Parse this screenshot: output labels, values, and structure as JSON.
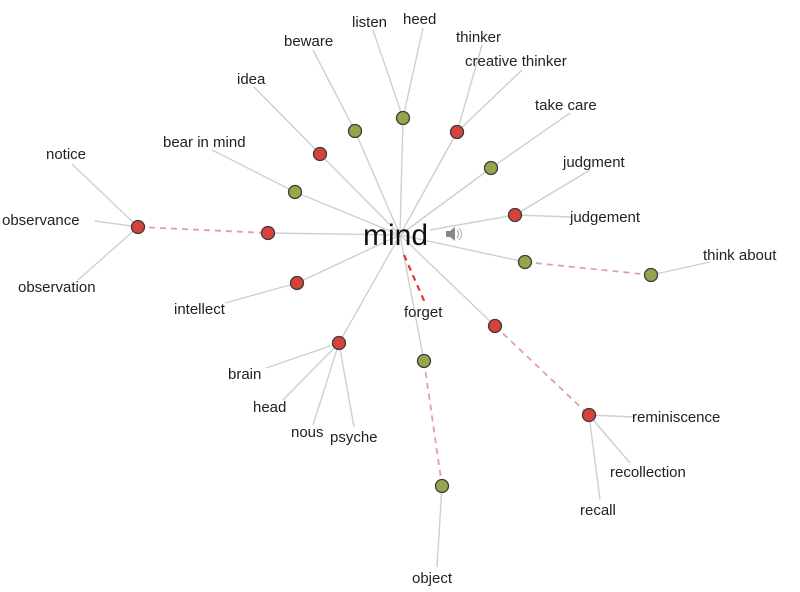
{
  "center": {
    "label": "mind",
    "icon": "speaker-icon"
  },
  "colors": {
    "noun": "#d9423a",
    "verb": "#93a64c",
    "edge": "#cfcfcf",
    "dash_edge": "#e0a0a0",
    "dash_edge_strong": "#e33b2e"
  },
  "nodes": [
    {
      "id": "n1",
      "type": "noun",
      "labels": [
        "notice",
        "observance",
        "observation"
      ]
    },
    {
      "id": "n2",
      "type": "noun",
      "labels": []
    },
    {
      "id": "n3",
      "type": "verb",
      "labels": [
        "bear in mind"
      ]
    },
    {
      "id": "n4",
      "type": "noun",
      "labels": [
        "idea"
      ]
    },
    {
      "id": "n5",
      "type": "verb",
      "labels": [
        "beware"
      ]
    },
    {
      "id": "n6",
      "type": "verb",
      "labels": [
        "listen",
        "heed"
      ]
    },
    {
      "id": "n7",
      "type": "noun",
      "labels": [
        "thinker",
        "creative thinker"
      ]
    },
    {
      "id": "n8",
      "type": "verb",
      "labels": [
        "take care"
      ]
    },
    {
      "id": "n9",
      "type": "noun",
      "labels": [
        "judgment",
        "judgement"
      ]
    },
    {
      "id": "n10",
      "type": "verb",
      "labels": []
    },
    {
      "id": "n11",
      "type": "verb",
      "labels": [
        "think about"
      ]
    },
    {
      "id": "n12",
      "type": "noun",
      "labels": [
        "intellect"
      ]
    },
    {
      "id": "n13",
      "type": "noun",
      "labels": [
        "brain",
        "head",
        "nous",
        "psyche"
      ]
    },
    {
      "id": "n14",
      "type": "verb",
      "labels": [
        "forget"
      ]
    },
    {
      "id": "n15",
      "type": "verb",
      "labels": [
        "object"
      ]
    },
    {
      "id": "n16",
      "type": "noun",
      "labels": []
    },
    {
      "id": "n17",
      "type": "noun",
      "labels": [
        "reminiscence",
        "recollection",
        "recall"
      ]
    }
  ]
}
